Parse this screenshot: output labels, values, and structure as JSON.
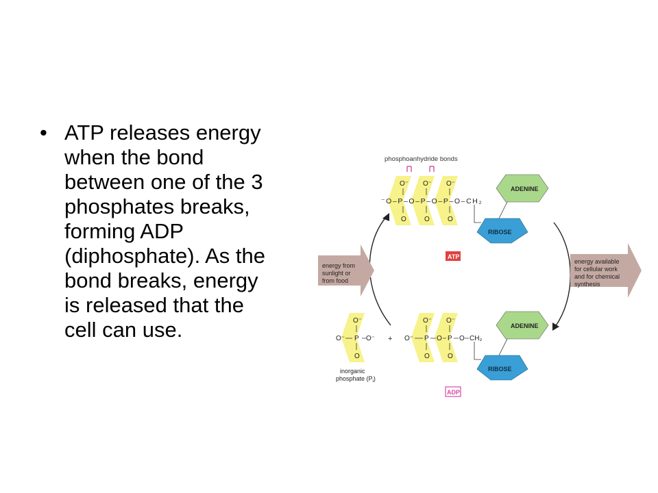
{
  "bullet": {
    "symbol": "•",
    "lines": [
      "ATP releases energy",
      "when the bond",
      "between one of the 3",
      "phosphates breaks,",
      "forming ADP",
      "(diphosphate).  As the",
      "bond breaks, energy",
      "is released that the",
      "cell can use."
    ]
  },
  "figure": {
    "bonds_label": "phosphoanhydride bonds",
    "left_arrow_lines": [
      "energy from",
      "sunlight or",
      "from food"
    ],
    "right_arrow_lines": [
      "energy available",
      "for cellular work",
      "and for chemical",
      "synthesis"
    ],
    "atp_tag": "ATP",
    "adp_tag": "ADP",
    "adenine": "ADENINE",
    "ribose": "RIBOSE",
    "inorganic_lines": [
      "inorganic",
      "phosphate (P",
      "i",
      ")"
    ],
    "plus": "+",
    "o_minus": "O⁻",
    "o": "O",
    "p": "P",
    "ch2": "CH₂",
    "phosphate_chain_atp": "⁻O–P–O–P–O–P–O–CH₂",
    "colors": {
      "phosphate_yellow": "#f7f28a",
      "adenine_green": "#a9d88a",
      "ribose_blue": "#3a9fd6",
      "arrow_tan": "#c4a9a2",
      "atp_red": "#e0413e",
      "adp_magenta": "#d94aa6"
    }
  }
}
